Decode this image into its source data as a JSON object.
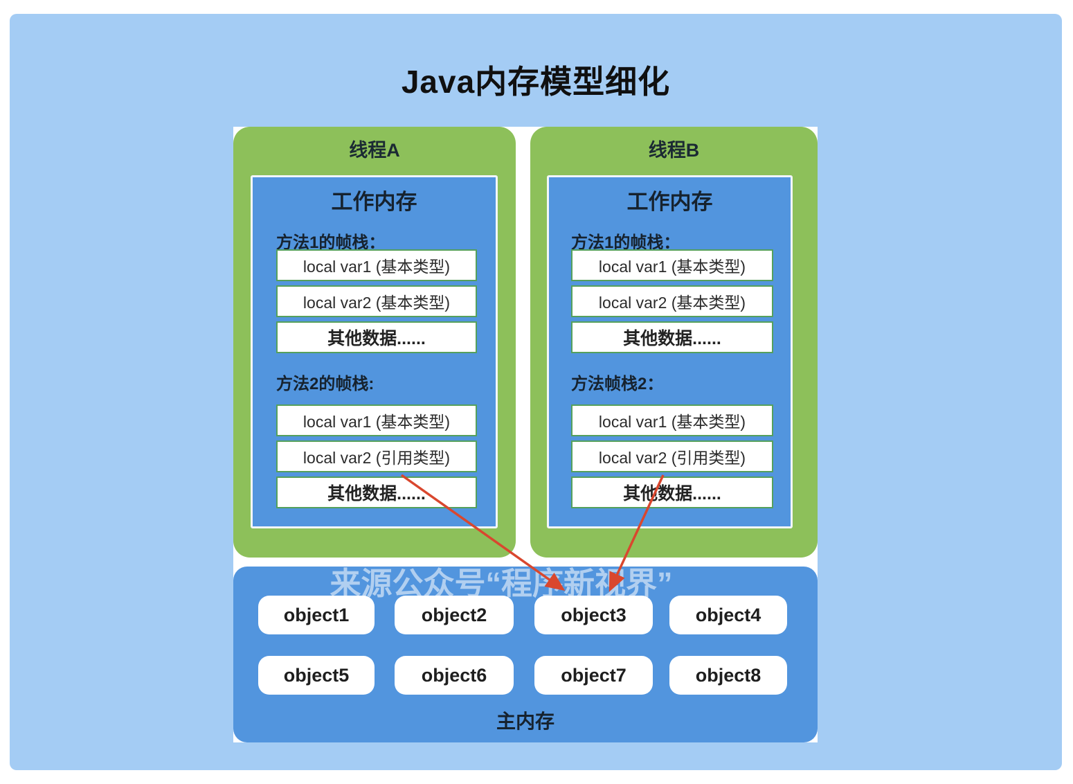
{
  "title": "Java内存模型细化",
  "watermark": "来源公众号“程序新视界”",
  "colors": {
    "slide_bg": "#a4ccf4",
    "panel_bg": "#ffffff",
    "thread_green": "#8dc05a",
    "memory_blue": "#5295de",
    "slot_border_green": "#55a05c",
    "arrow_red": "#d9472e",
    "dark_text": "#16222e"
  },
  "threads": [
    {
      "name": "线程A",
      "working_memory_title": "工作内存",
      "stacks": [
        {
          "label": "方法1的帧栈：",
          "slots": [
            "local var1 (基本类型)",
            "local var2 (基本类型)",
            "其他数据......"
          ]
        },
        {
          "label": "方法2的帧栈:",
          "slots": [
            "local var1 (基本类型)",
            "local var2 (引用类型)",
            "其他数据......"
          ]
        }
      ]
    },
    {
      "name": "线程B",
      "working_memory_title": "工作内存",
      "stacks": [
        {
          "label": "方法1的帧栈：",
          "slots": [
            "local var1 (基本类型)",
            "local var2 (基本类型)",
            "其他数据......"
          ]
        },
        {
          "label": "方法帧栈2：",
          "slots": [
            "local var1 (基本类型)",
            "local var2 (引用类型)",
            "其他数据......"
          ]
        }
      ]
    }
  ],
  "main_memory": {
    "label": "主内存",
    "objects": [
      "object1",
      "object2",
      "object3",
      "object4",
      "object5",
      "object6",
      "object7",
      "object8"
    ]
  }
}
